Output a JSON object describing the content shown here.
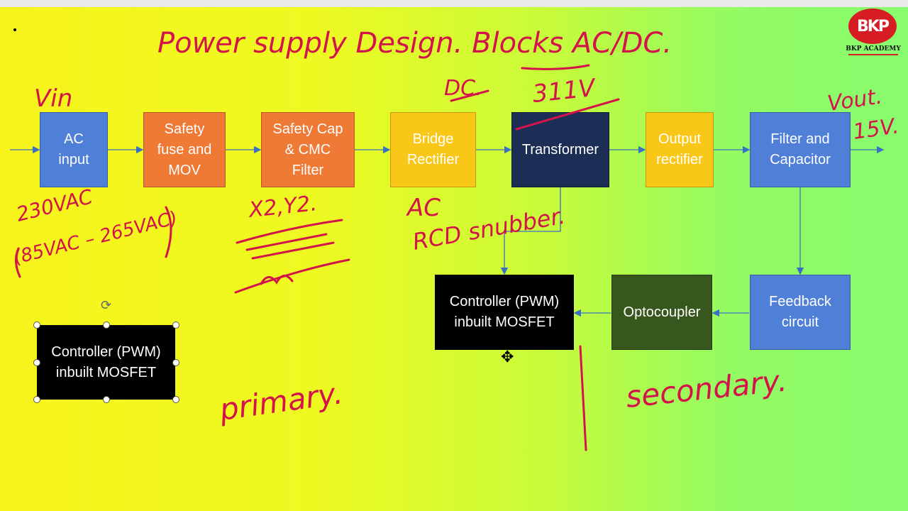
{
  "blocks": {
    "ac_input": "AC\ninput",
    "safety_fuse": "Safety\nfuse and\nMOV",
    "safety_cap": "Safety Cap\n& CMC\nFilter",
    "bridge": "Bridge\nRectifier",
    "transformer": "Transformer",
    "output_rectifier": "Output\nrectifier",
    "filter_capacitor": "Filter and\nCapacitor",
    "controller": "Controller (PWM)\ninbuilt MOSFET",
    "optocoupler": "Optocoupler",
    "feedback": "Feedback\ncircuit",
    "controller_copy": "Controller (PWM)\ninbuilt MOSFET"
  },
  "annotations": {
    "title": "Power supply Design. Blocks AC/DC.",
    "vin": "Vin",
    "vin_value": "230VAC",
    "vin_range": "(85VAC – 265VAC)",
    "dc": "DC.",
    "dc_value": "311V",
    "caps": "X2,Y2.",
    "snubber": "RCD snubber.",
    "ac": "AC",
    "vout": "Vout.",
    "vout_value": "15V.",
    "primary": "primary.",
    "secondary": "secondary."
  },
  "logo": {
    "mark": "BKP",
    "name": "BKP ACADEMY"
  },
  "colors": {
    "blue": "#4f7fd6",
    "orange": "#ee7a35",
    "yellow": "#f8c718",
    "navy": "#1c2e55",
    "green": "#38571f",
    "ink": "#d2144a",
    "arrow": "#3a6fc4"
  }
}
